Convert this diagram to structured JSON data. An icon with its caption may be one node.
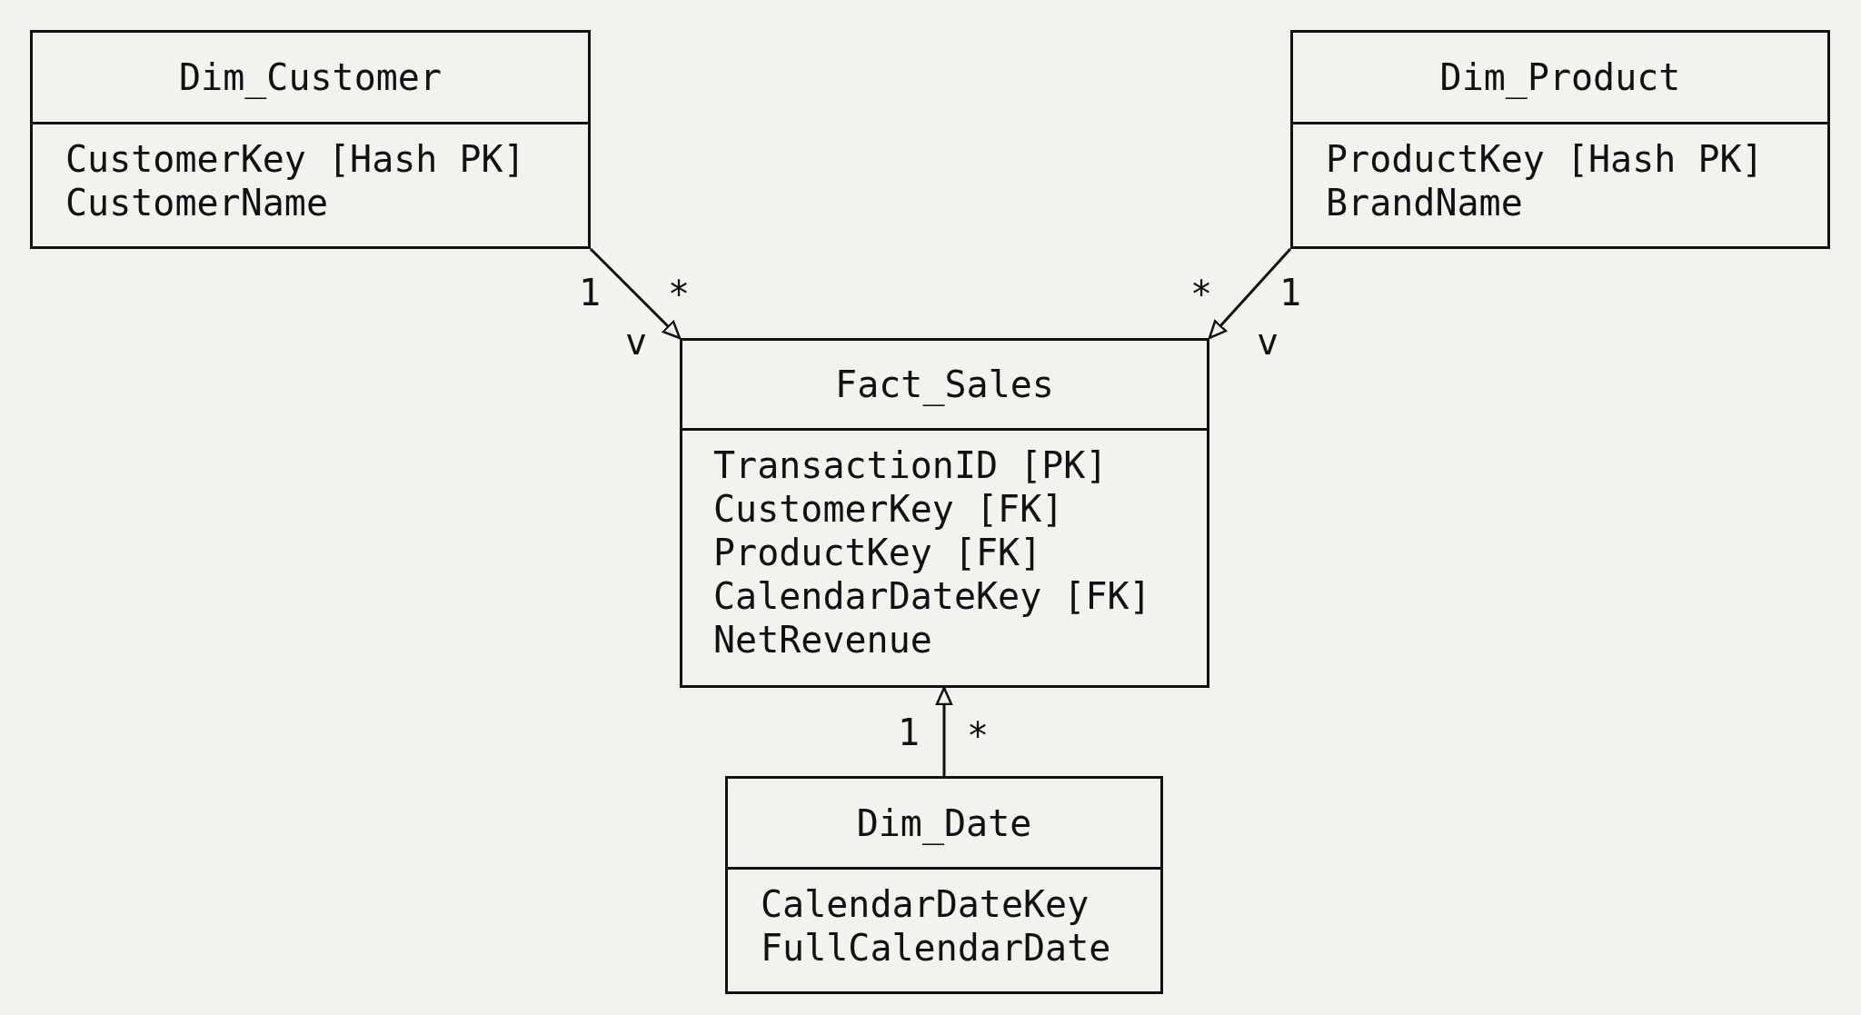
{
  "diagram": {
    "nodes": [
      {
        "text": [
          "Dim_Customer",
          "CustomerKey [Hash PK]",
          "CustomerName"
        ]
      },
      {
        "text": [
          "Dim_Product",
          "ProductKey [Hash PK]",
          "BrandName"
        ]
      },
      {
        "text": [
          "Fact_Sales",
          "TransactionID [PK]",
          "CustomerKey [FK]",
          "ProductKey [FK]",
          "CalendarDateKey [FK]",
          "NetRevenue"
        ]
      },
      {
        "text": [
          "Dim_Date",
          "CalendarDateKey",
          "FullCalendarDate"
        ]
      }
    ],
    "edges": [
      {
        "from": 0,
        "to": 2,
        "arrow": "to"
      },
      {
        "from": 1,
        "to": 2,
        "arrow": "to"
      },
      {
        "from": 3,
        "to": 2,
        "arrow": "to"
      }
    ],
    "labels": [
      "1",
      "*",
      "*",
      "1",
      "v",
      "v",
      "1",
      "*"
    ]
  }
}
